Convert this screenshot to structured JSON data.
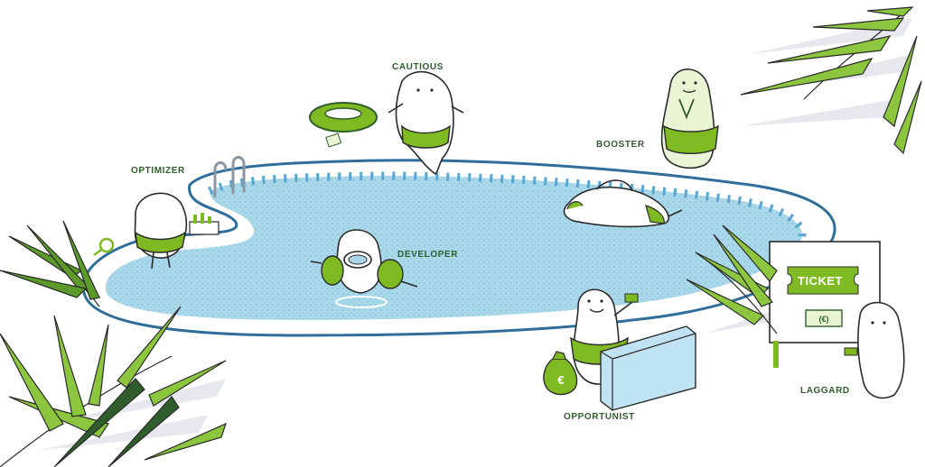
{
  "labels": {
    "cautious": "CAUTIOUS",
    "booster": "BOOSTER",
    "optimizer": "OPTIMIZER",
    "developer": "DEVELOPER",
    "opportunist": "OPPORTUNIST",
    "laggard": "LAGGARD"
  },
  "sign": {
    "ticket": "TICKET",
    "banknote": "(€)"
  },
  "money_bag": {
    "symbol": "€"
  },
  "colors": {
    "brand_green": "#7fba23",
    "dark_green": "#2f5d2c",
    "pool_water": "#a8d8ea",
    "pool_edge": "#2f6e9a",
    "leaf_shadow": "#e6e8ee"
  }
}
